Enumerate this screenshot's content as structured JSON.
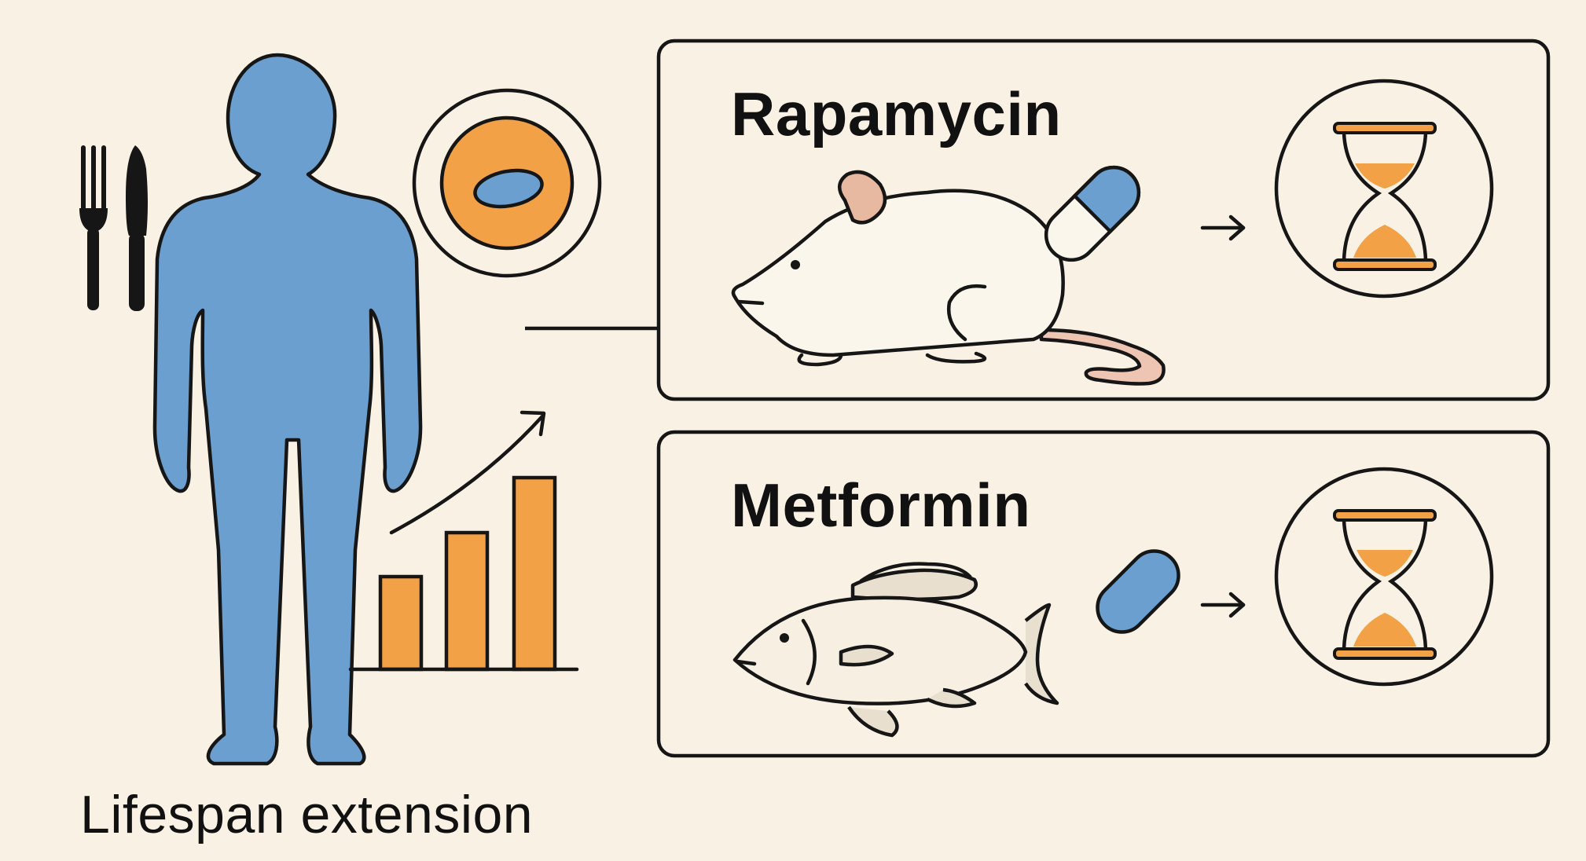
{
  "caption": {
    "left_label": "Lifespan extension"
  },
  "cards": [
    {
      "title": "Rapamycin",
      "organism_icon": "mouse-icon",
      "drug_icon": "capsule-icon",
      "outcome_icon": "hourglass-icon"
    },
    {
      "title": "Metformin",
      "organism_icon": "fish-icon",
      "drug_icon": "pill-icon",
      "outcome_icon": "hourglass-icon"
    }
  ],
  "icons": [
    "human-silhouette-icon",
    "fork-icon",
    "knife-icon",
    "cell-icon",
    "bar-chart-icon",
    "trend-arrow-icon",
    "arrow-right-icon"
  ],
  "colors": {
    "background": "#f9f2e4",
    "human_blue": "#6a9fcf",
    "accent_orange": "#f2a146",
    "mouse_ear": "#e7b9a0",
    "tail_pink": "#eec4b3",
    "fish_fill": "#f6efe2",
    "fin_fill": "#e8dfcf",
    "outline": "#161616"
  }
}
